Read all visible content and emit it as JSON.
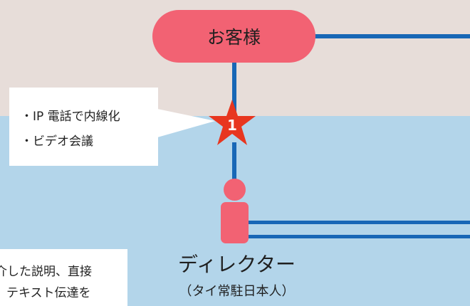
{
  "customer": {
    "label": "お客様"
  },
  "callout": {
    "items": [
      "IP 電話で内線化",
      "ビデオ会議"
    ]
  },
  "marker": {
    "number": "1"
  },
  "director": {
    "name": "ディレクター",
    "subtitle": "（タイ常駐日本人）"
  },
  "note": {
    "line1": "介した説明、直接",
    "line2": "テキスト伝達を"
  },
  "colors": {
    "top_band": "#e7ddd9",
    "bottom_band": "#b3d5ea",
    "node": "#f26273",
    "connector": "#1867b6",
    "marker": "#e8361f"
  }
}
